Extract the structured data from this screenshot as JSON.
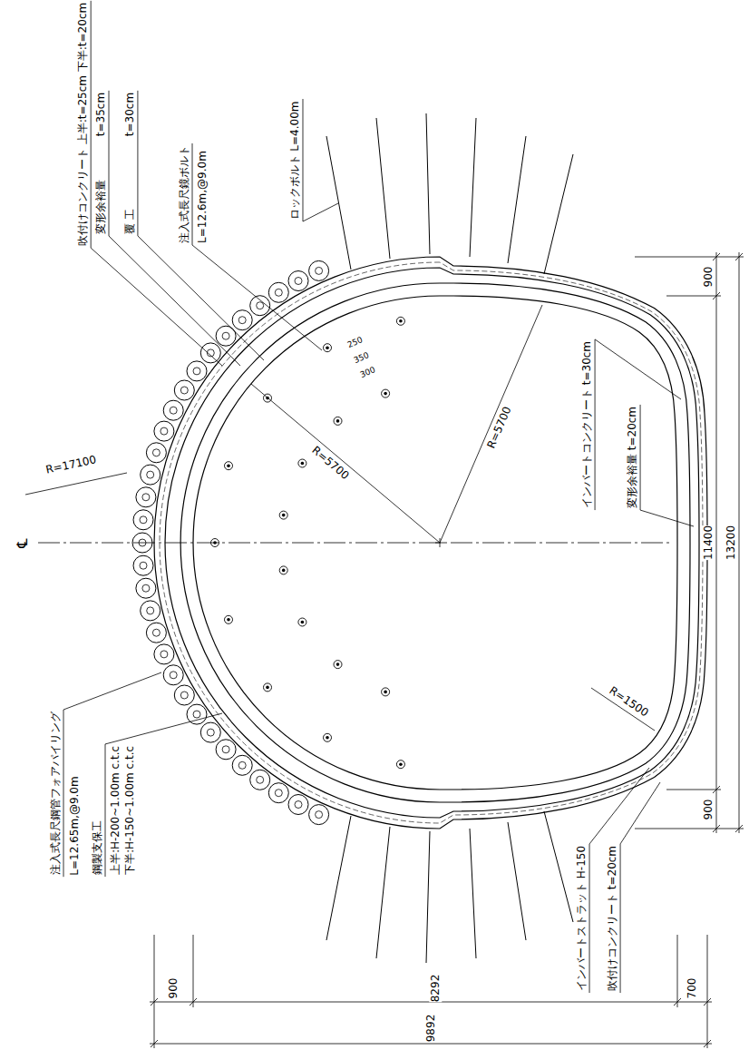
{
  "diagram": {
    "labels": [
      "吹付けコンクリート 上半:t=25cm 下半:t=20cm",
      "変形余裕量",
      "t=35cm",
      "覆 工",
      "t=30cm",
      "注入式長尺鏡ボルト",
      "L=12.6m,@9.0m",
      "ロックボルト L=4.00m",
      "R=17100",
      "℄",
      "R=5700",
      "R=5700",
      "250",
      "350",
      "300",
      "インバートコンクリート t=30cm",
      "変形余裕量 t=20cm",
      "R=1500",
      "注入式長尺鋼管フォアパイリング",
      "L=12.65m,@9.0m",
      "鋼製支保工",
      "上半:H-200~1.00m c.t.c",
      "下半:H-150~1.00m c.t.c",
      "インバートストラット H-150",
      "吹付けコンクリート t=20cm",
      "900",
      "8292",
      "700",
      "9892",
      "900",
      "11400",
      "900",
      "13200"
    ]
  }
}
